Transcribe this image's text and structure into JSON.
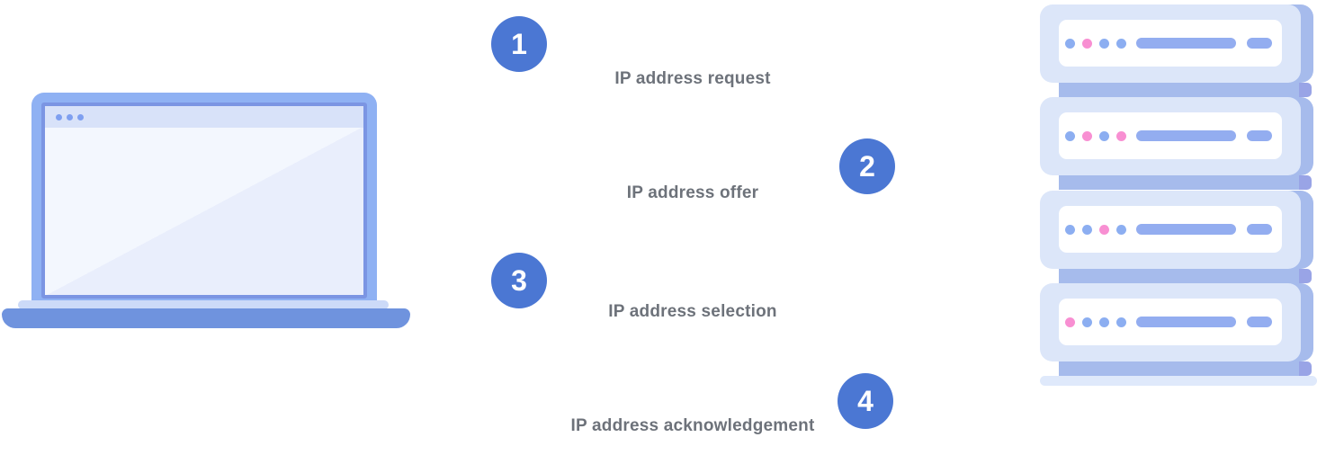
{
  "diagram": {
    "steps": [
      {
        "number": "1",
        "label": "IP address request"
      },
      {
        "number": "2",
        "label": "IP address offer"
      },
      {
        "number": "3",
        "label": "IP address selection"
      },
      {
        "number": "4",
        "label": "IP address acknowledgement"
      }
    ]
  },
  "client_device": {
    "icon": "laptop-icon",
    "titlebar_dots": 3
  },
  "server_rack": {
    "icon": "server-rack-icon",
    "unit_count": 4,
    "units": [
      {
        "dots": [
          "blue",
          "pink",
          "blue",
          "blue"
        ]
      },
      {
        "dots": [
          "blue",
          "pink",
          "blue",
          "pink"
        ]
      },
      {
        "dots": [
          "blue",
          "blue",
          "pink",
          "blue"
        ]
      },
      {
        "dots": [
          "pink",
          "blue",
          "blue",
          "blue"
        ]
      }
    ]
  },
  "colors": {
    "step_circle": "#4b77d3",
    "step_number": "#ffffff",
    "label_text": "#6d727a",
    "laptop_bezel": "#8fb1f3",
    "laptop_inner_border": "#7b95e3",
    "laptop_titlebar": "#d8e2f9",
    "laptop_base": "#6f93de",
    "server_body": "#dce6f9",
    "server_side": "#a6bbec",
    "server_bar": "#93adf0",
    "dot_blue": "#8caef1",
    "dot_pink": "#f88fd2"
  }
}
